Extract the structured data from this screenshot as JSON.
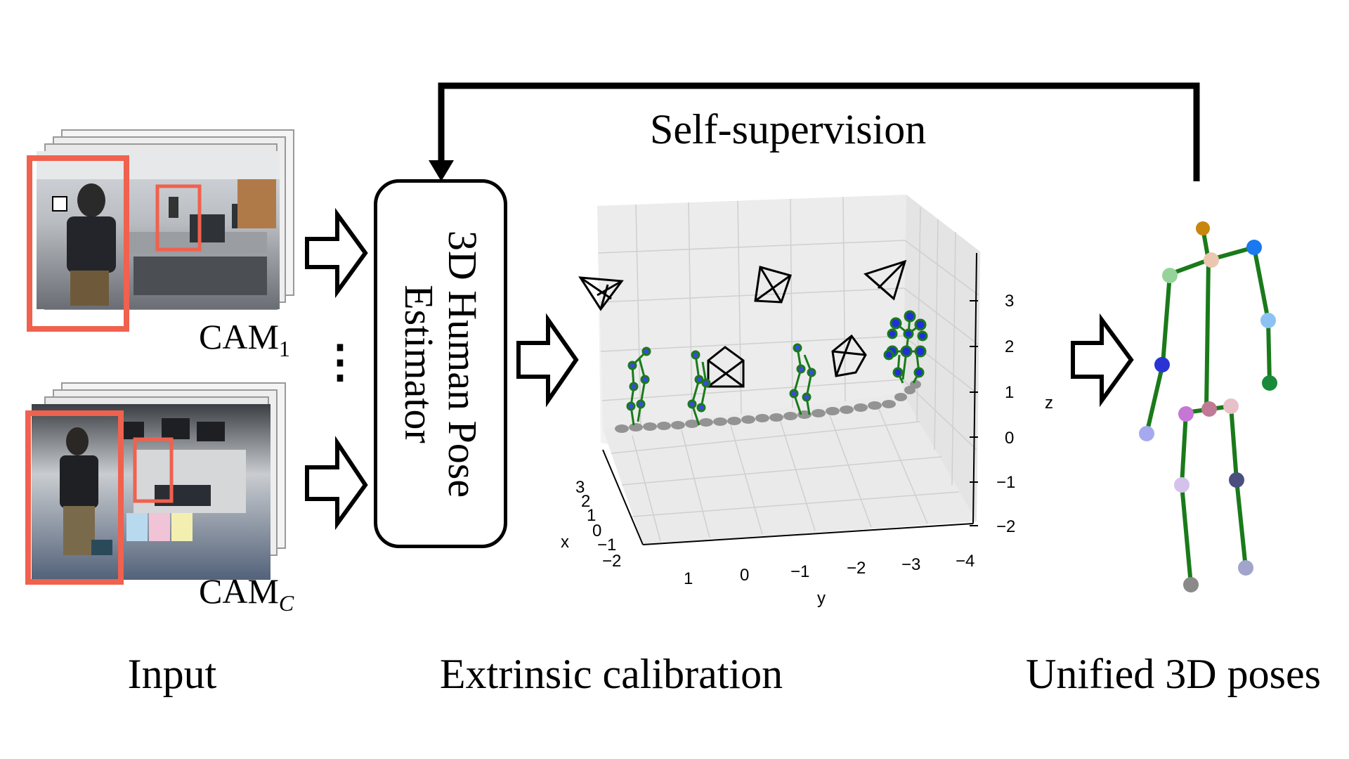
{
  "labels": {
    "self_supervision": "Self-supervision",
    "estimator_line1": "3D Human Pose",
    "estimator_line2": "Estimator",
    "cam1_base": "CAM",
    "cam1_sub": "1",
    "camc_base": "CAM",
    "camc_sub": "C",
    "ellipsis": "⋮"
  },
  "captions": {
    "input": "Input",
    "extrinsic": "Extrinsic calibration",
    "unified": "Unified 3D poses"
  },
  "plot3d": {
    "z_label": "z",
    "x_label": "x",
    "y_label": "y",
    "z_ticks": [
      "3",
      "2",
      "1",
      "0",
      "−1",
      "−2"
    ],
    "x_ticks": [
      "3",
      "2",
      "1",
      "0",
      "−1",
      "−2"
    ],
    "y_ticks": [
      "1",
      "0",
      "−1",
      "−2",
      "−3",
      "−4"
    ]
  },
  "colors": {
    "bbox": "#f0614e",
    "skeleton_bone": "#1a7a1a",
    "joint_blue": "#2030d8",
    "trajectory": "#8a8a8a"
  },
  "icons": {
    "camera": "camera-frustum-icon",
    "arrow": "hollow-right-arrow-icon"
  }
}
